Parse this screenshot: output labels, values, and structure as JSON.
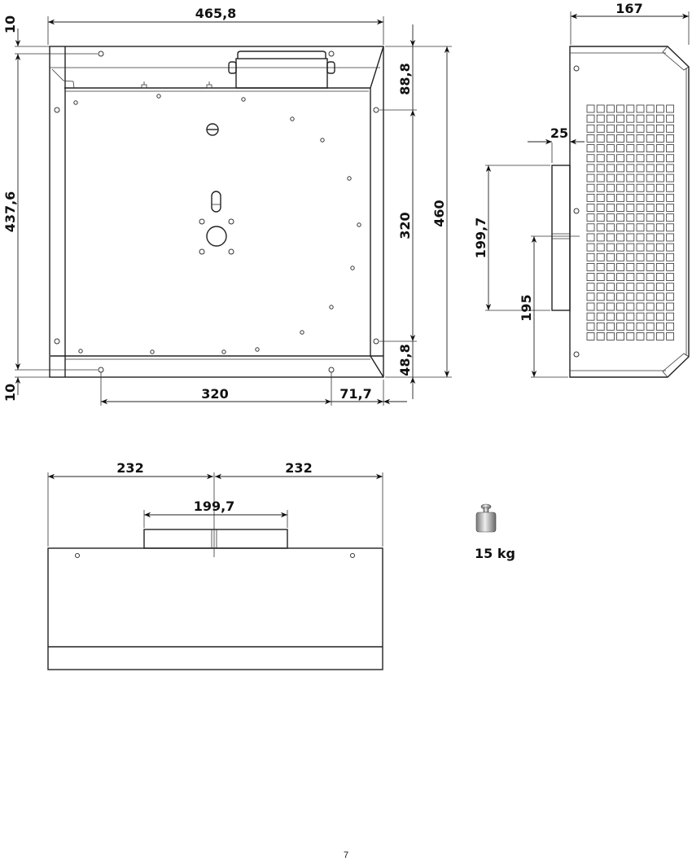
{
  "front_view": {
    "width_label": "465,8",
    "height_label": "437,6",
    "top_offset_label": "10",
    "bottom_offset_label": "10",
    "top_band_label": "88,8",
    "mount_spacing_vertical_label": "320",
    "bottom_band_label": "48,8",
    "total_height_label": "460",
    "mount_spacing_horizontal_label": "320",
    "right_offset_label": "71,7"
  },
  "side_view": {
    "depth_label": "167",
    "collar_depth_label": "25",
    "collar_height_label": "199,7",
    "collar_center_label": "195",
    "grille_columns": 9,
    "grille_rows": 24
  },
  "bottom_view": {
    "left_half_label": "232",
    "right_half_label": "232",
    "collar_width_label": "199,7"
  },
  "weight": {
    "icon": "weight-icon",
    "label": "15 kg"
  },
  "page_number": "7"
}
